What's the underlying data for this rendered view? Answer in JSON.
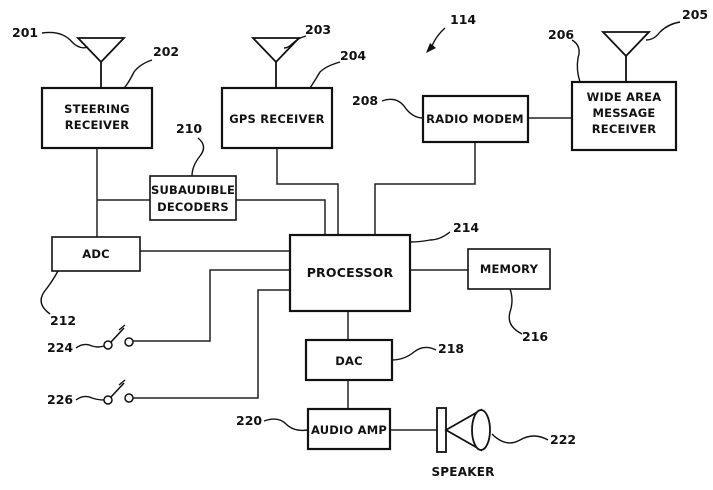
{
  "figure_ref": "114",
  "blocks": {
    "steering_receiver": {
      "line1": "STEERING",
      "line2": "RECEIVER",
      "ref": "202",
      "antenna_ref": "201"
    },
    "gps_receiver": {
      "label": "GPS RECEIVER",
      "ref": "204",
      "antenna_ref": "203"
    },
    "radio_modem": {
      "label": "RADIO MODEM",
      "ref": "208"
    },
    "wide_area_receiver": {
      "line1": "WIDE AREA",
      "line2": "MESSAGE",
      "line3": "RECEIVER",
      "ref": "206",
      "antenna_ref": "205"
    },
    "subaudible_decoders": {
      "line1": "SUBAUDIBLE",
      "line2": "DECODERS",
      "ref": "210"
    },
    "adc": {
      "label": "ADC",
      "ref": "212"
    },
    "processor": {
      "label": "PROCESSOR",
      "ref": "214"
    },
    "memory": {
      "label": "MEMORY",
      "ref": "216"
    },
    "dac": {
      "label": "DAC",
      "ref": "218"
    },
    "audio_amp": {
      "label": "AUDIO AMP",
      "ref": "220"
    },
    "speaker": {
      "label": "SPEAKER",
      "ref": "222"
    }
  },
  "switches": {
    "switch_1": {
      "ref": "224"
    },
    "switch_2": {
      "ref": "226"
    }
  }
}
